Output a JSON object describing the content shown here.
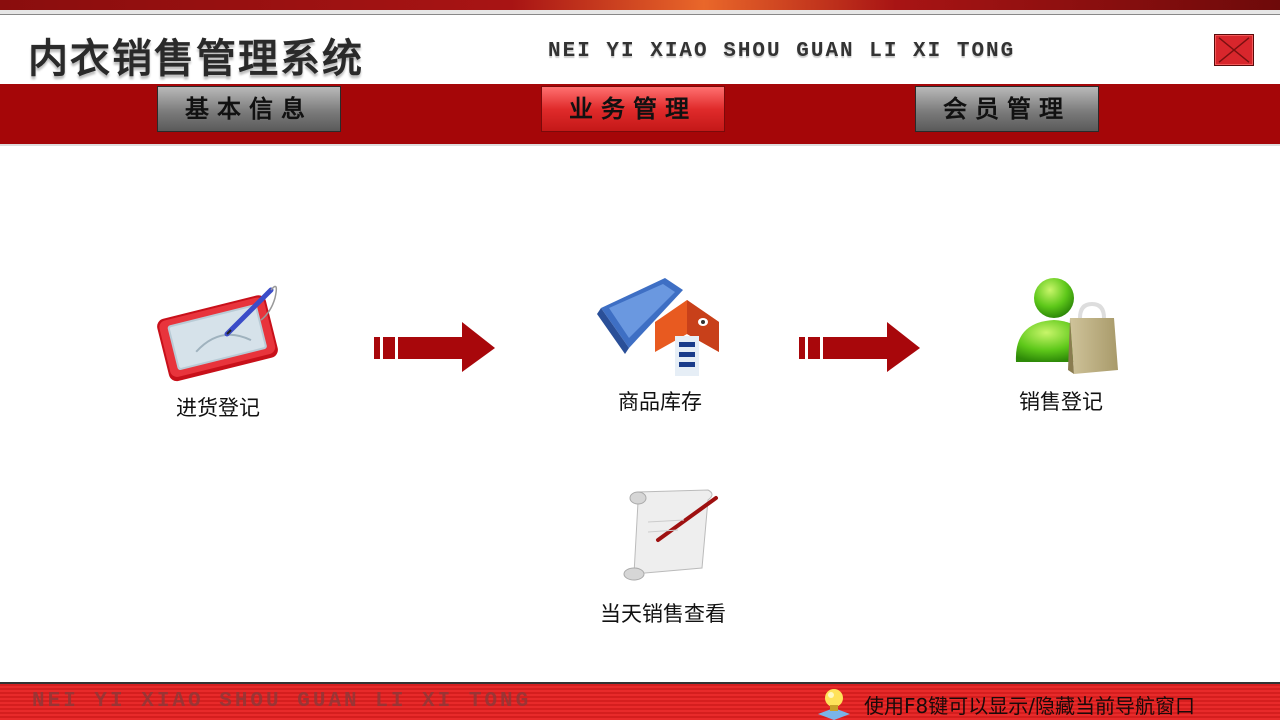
{
  "window": {
    "title": "内衣销售管理系统",
    "subtitle": "NEI YI XIAO SHOU GUAN LI XI TONG",
    "close_icon": "close-icon"
  },
  "nav": {
    "items": [
      {
        "label": "基本信息",
        "active": false
      },
      {
        "label": "业务管理",
        "active": true
      },
      {
        "label": "会员管理",
        "active": false
      }
    ]
  },
  "modules": [
    {
      "label": "进货登记",
      "icon": "signing-tablet-icon"
    },
    {
      "label": "商品库存",
      "icon": "warehouse-icon"
    },
    {
      "label": "销售登记",
      "icon": "customer-shopping-bag-icon"
    },
    {
      "label": "当天销售查看",
      "icon": "scroll-pen-icon"
    }
  ],
  "flow_arrows": [
    {
      "icon": "arrow-right-icon"
    },
    {
      "icon": "arrow-right-icon"
    }
  ],
  "statusbar": {
    "watermark": "NEI YI XIAO SHOU GUAN LI XI TONG",
    "hint_icon": "lightbulb-icon",
    "hint": "使用F8键可以显示/隐藏当前导航窗口"
  },
  "colors": {
    "brand_red": "#a50608",
    "active_tab": "#e02b2b",
    "inactive_tab": "#7c7c7c",
    "arrow": "#a8070b"
  }
}
